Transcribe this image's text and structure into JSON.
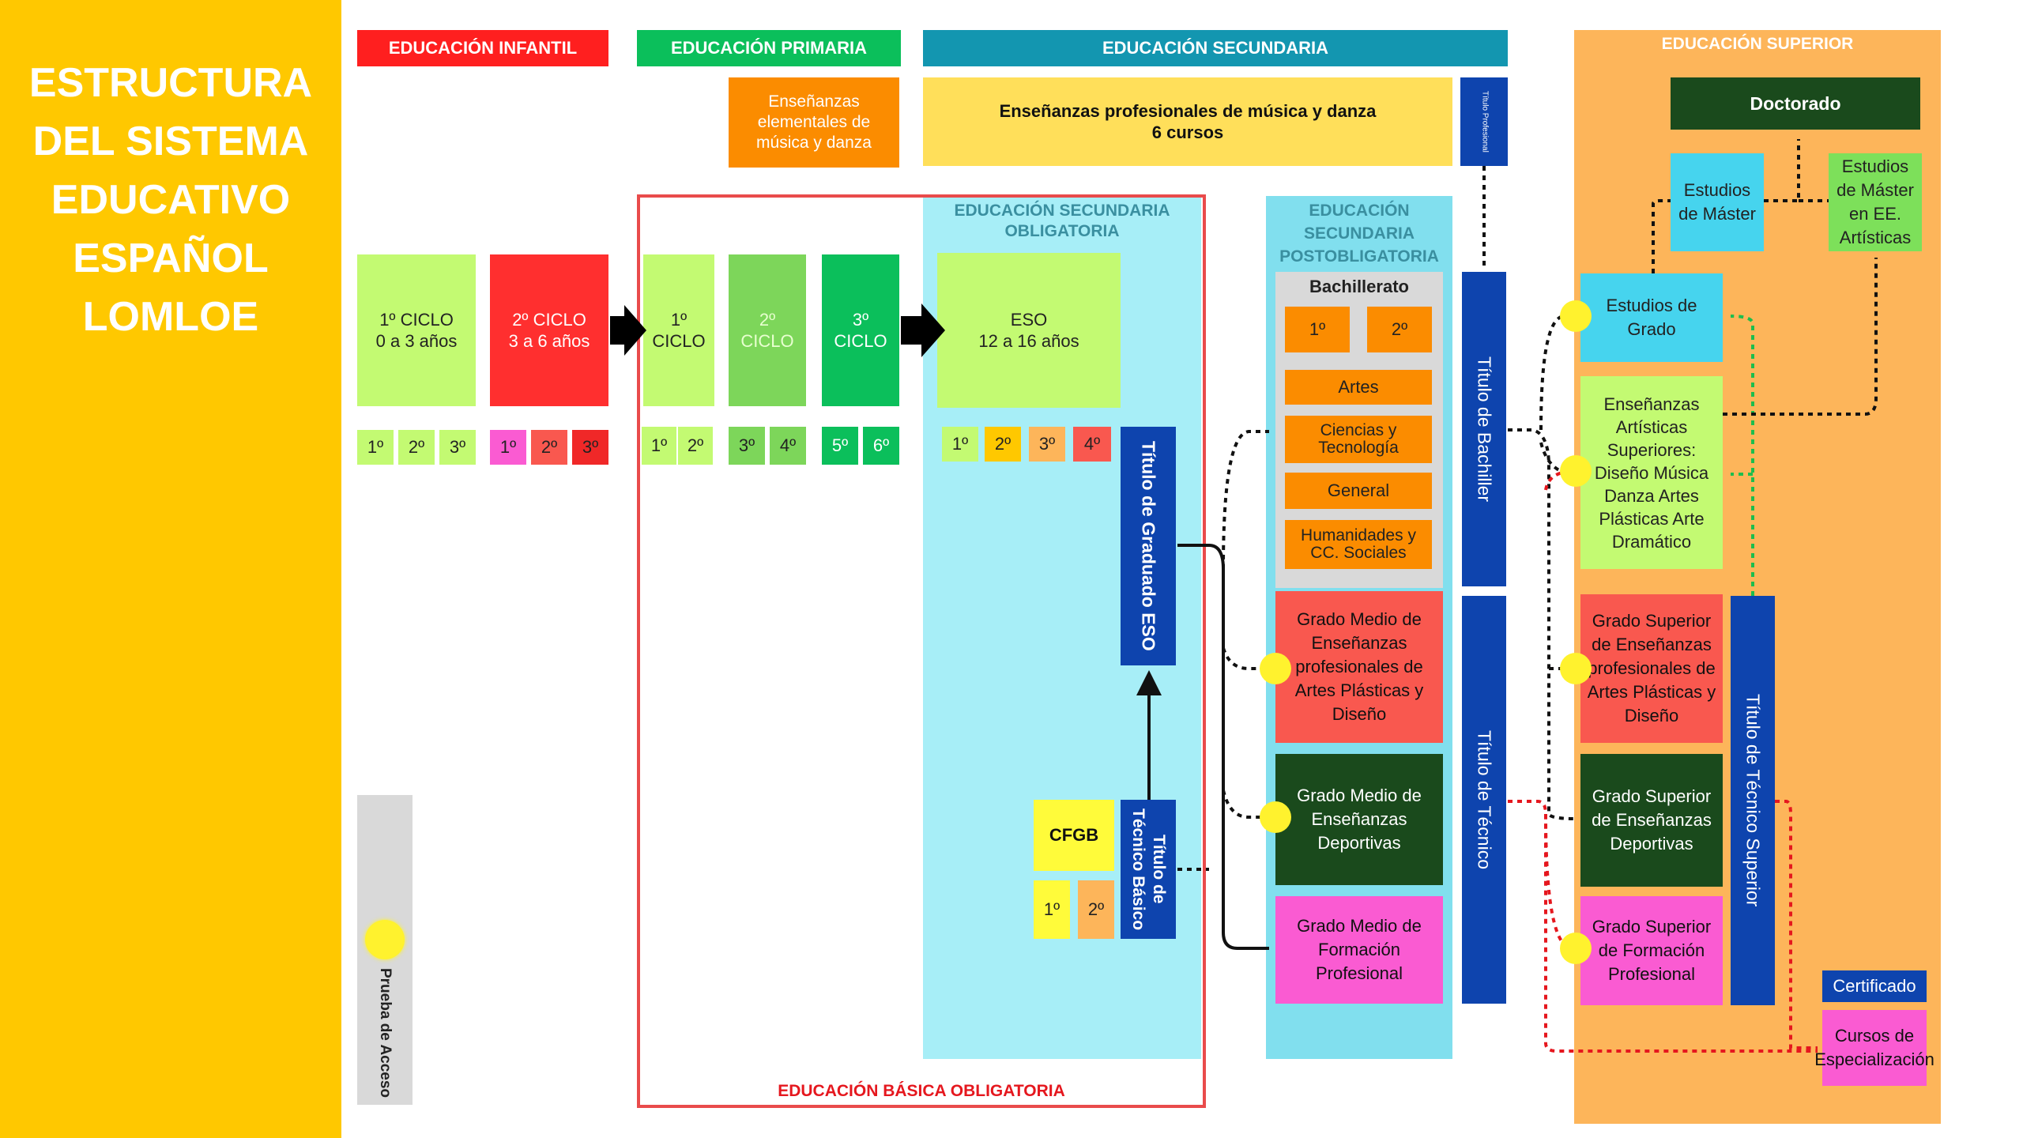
{
  "sidebar": {
    "title": "ESTRUCTURA\nDEL SISTEMA\nEDUCATIVO\nESPAÑOL\nLOMLOE"
  },
  "headers": {
    "infantil": "EDUCACIÓN INFANTIL",
    "primaria": "EDUCACIÓN PRIMARIA",
    "secundaria": "EDUCACIÓN SECUNDARIA",
    "superior": "EDUCACIÓN SUPERIOR"
  },
  "music": {
    "elementales": "Enseñanzas elementales de música y danza",
    "profesionales_line1": "Enseñanzas profesionales de música y danza",
    "profesionales_line2": "6 cursos",
    "titulo_profesional": "Título Profesional"
  },
  "infantil": {
    "ciclo1_line1": "1º CICLO",
    "ciclo1_line2": "0 a 3 años",
    "ciclo2_line1": "2º CICLO",
    "ciclo2_line2": "3 a 6 años",
    "years1": [
      "1º",
      "2º",
      "3º"
    ],
    "years2": [
      "1º",
      "2º",
      "3º"
    ]
  },
  "primaria": {
    "c1_line1": "1º",
    "c1_line2": "CICLO",
    "c2_line1": "2º",
    "c2_line2": "CICLO",
    "c3_line1": "3º",
    "c3_line2": "CICLO",
    "years": [
      "1º",
      "2º",
      "3º",
      "4º",
      "5º",
      "6º"
    ]
  },
  "eso": {
    "header_line1": "EDUCACIÓN SECUNDARIA",
    "header_line2": "OBLIGATORIA",
    "box_line1": "ESO",
    "box_line2": "12 a 16 años",
    "years": [
      "1º",
      "2º",
      "3º",
      "4º"
    ],
    "titulo_graduado": "Título de Graduado ESO",
    "cfgb": "CFGB",
    "cfgb_years": [
      "1º",
      "2º"
    ],
    "titulo_tecnico_basico_line1": "Título de",
    "titulo_tecnico_basico_line2": "Técnico Básico"
  },
  "basica_label": "EDUCACIÓN BÁSICA OBLIGATORIA",
  "postobligatoria": {
    "header_line1": "EDUCACIÓN",
    "header_line2": "SECUNDARIA",
    "header_line3": "POSTOBLIGATORIA",
    "bachillerato": "Bachillerato",
    "years": [
      "1º",
      "2º"
    ],
    "modalidades": [
      "Artes",
      "Ciencias y Tecnología",
      "General",
      "Humanidades y CC. Sociales"
    ],
    "gm_artes": "Grado Medio de Enseñanzas profesionales de Artes Plásticas y Diseño",
    "gm_deportivas": "Grado Medio de Enseñanzas Deportivas",
    "gm_fp": "Grado Medio de Formación Profesional",
    "titulo_bachiller": "Título de Bachiller",
    "titulo_tecnico": "Título de Técnico"
  },
  "superior": {
    "doctorado": "Doctorado",
    "master": "Estudios de Máster",
    "master_artisticas": "Estudios de Máster en EE. Artísticas",
    "grado": "Estudios de Grado",
    "artisticas_sup": "Enseñanzas Artísticas Superiores: Diseño Música Danza Artes Plásticas Arte Dramático",
    "gs_artes": "Grado Superior de Enseñanzas profesionales de Artes Plásticas y Diseño",
    "gs_deportivas": "Grado Superior de Enseñanzas Deportivas",
    "gs_fp": "Grado Superior de Formación Profesional",
    "titulo_tecnico_superior": "Título de Técnico Superior",
    "certificado": "Certificado",
    "cursos": "Cursos de Especialización"
  },
  "legend": {
    "prueba_acceso": "Prueba de Acceso"
  },
  "colors": {
    "yellow": "#FFC800",
    "red": "#FF1F1F",
    "green": "#0BBF5B",
    "teal": "#1396B0",
    "orange_light": "#FDB55A",
    "orange": "#FB8C00",
    "lightgreen": "#C3FA72",
    "cyan_light": "#A7EEF7",
    "navy": "#0E44AE",
    "darkgreen": "#1A4A1C",
    "pink": "#FA5BD2",
    "salmon": "#F9584F",
    "lightyellow": "#FFDF5A"
  }
}
